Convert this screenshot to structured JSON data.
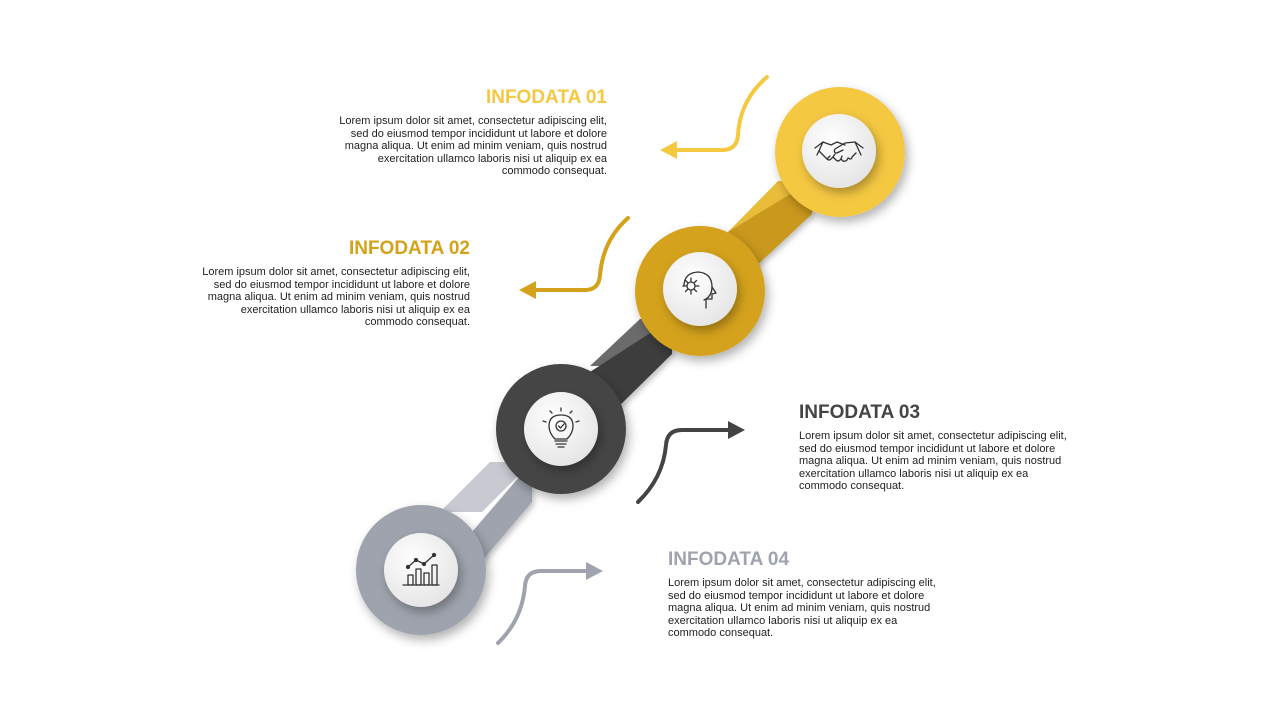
{
  "steps": [
    {
      "id": "01",
      "title": "INFODATA 01",
      "body": "Lorem ipsum dolor sit amet, consectetur adipiscing elit, sed do eiusmod tempor incididunt ut labore et dolore magna aliqua. Ut enim ad minim veniam, quis nostrud exercitation ullamco laboris nisi ut aliquip ex ea commodo consequat.",
      "color": "#F5C842",
      "icon": "handshake-icon"
    },
    {
      "id": "02",
      "title": "INFODATA 02",
      "body": "Lorem ipsum dolor sit amet, consectetur adipiscing elit, sed do eiusmod tempor incididunt ut labore et dolore magna aliqua. Ut enim ad minim veniam, quis nostrud exercitation ullamco laboris nisi ut aliquip ex ea commodo consequat.",
      "color": "#D4A21A",
      "icon": "head-gear-icon"
    },
    {
      "id": "03",
      "title": "INFODATA 03",
      "body": "Lorem ipsum dolor sit amet, consectetur adipiscing elit, sed do eiusmod tempor incididunt ut labore et dolore magna aliqua. Ut enim ad minim veniam, quis nostrud exercitation ullamco laboris nisi ut aliquip ex ea commodo consequat.",
      "color": "#444444",
      "icon": "lightbulb-icon"
    },
    {
      "id": "04",
      "title": "INFODATA 04",
      "body": "Lorem ipsum dolor sit amet, consectetur adipiscing elit, sed do eiusmod tempor incididunt ut labore et dolore magna aliqua. Ut enim ad minim veniam, quis nostrud exercitation ullamco laboris nisi ut aliquip ex ea commodo consequat.",
      "color": "#9EA3AD",
      "icon": "bar-chart-icon"
    }
  ]
}
